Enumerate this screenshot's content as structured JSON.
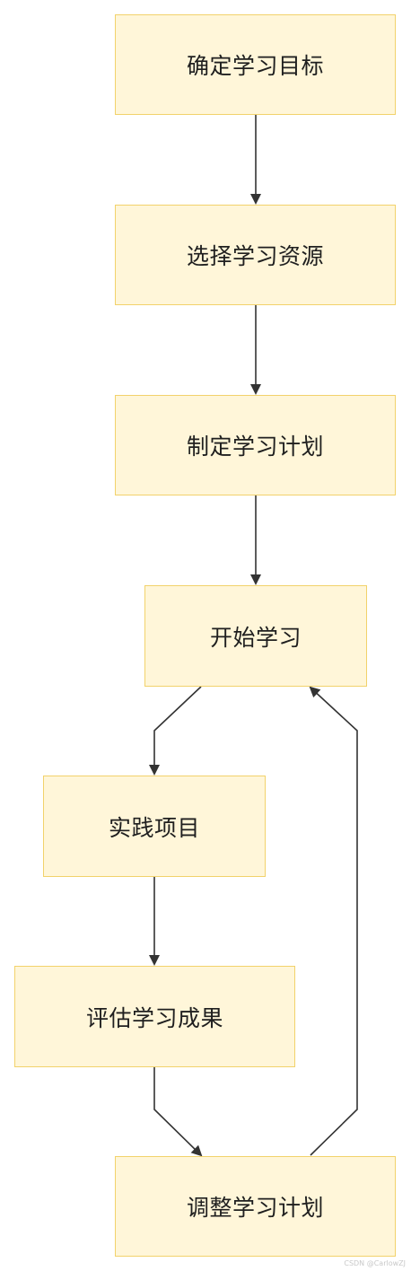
{
  "nodes": [
    {
      "id": "n1",
      "label": "确定学习目标"
    },
    {
      "id": "n2",
      "label": "选择学习资源"
    },
    {
      "id": "n3",
      "label": "制定学习计划"
    },
    {
      "id": "n4",
      "label": "开始学习"
    },
    {
      "id": "n5",
      "label": "实践项目"
    },
    {
      "id": "n6",
      "label": "评估学习成果"
    },
    {
      "id": "n7",
      "label": "调整学习计划"
    }
  ],
  "edges": [
    {
      "from": "n1",
      "to": "n2"
    },
    {
      "from": "n2",
      "to": "n3"
    },
    {
      "from": "n3",
      "to": "n4"
    },
    {
      "from": "n4",
      "to": "n5"
    },
    {
      "from": "n5",
      "to": "n6"
    },
    {
      "from": "n6",
      "to": "n7"
    },
    {
      "from": "n7",
      "to": "n4"
    }
  ],
  "watermark": "CSDN @CarlowZJ",
  "colors": {
    "node_fill": "#fff6d9",
    "node_border": "#f2d26b",
    "edge": "#333333"
  }
}
